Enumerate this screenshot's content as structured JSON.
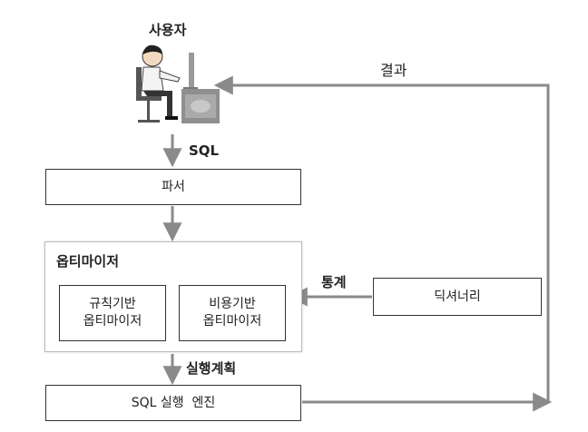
{
  "nodes": {
    "user": "사용자",
    "parser": "파서",
    "optimizer": "옵티마이저",
    "rule_optimizer": [
      "규칙기반",
      "옵티마이저"
    ],
    "cost_optimizer": [
      "비용기반",
      "옵티마이저"
    ],
    "dictionary": "딕셔너리",
    "engine": "SQL 실행  엔진"
  },
  "edges": {
    "sql": "SQL",
    "stats": "통계",
    "plan": "실행계획",
    "result": "결과"
  },
  "icons": {
    "user": "person-at-computer-icon"
  },
  "colors": {
    "line": "#8a8a8a",
    "box_border": "#333333"
  }
}
